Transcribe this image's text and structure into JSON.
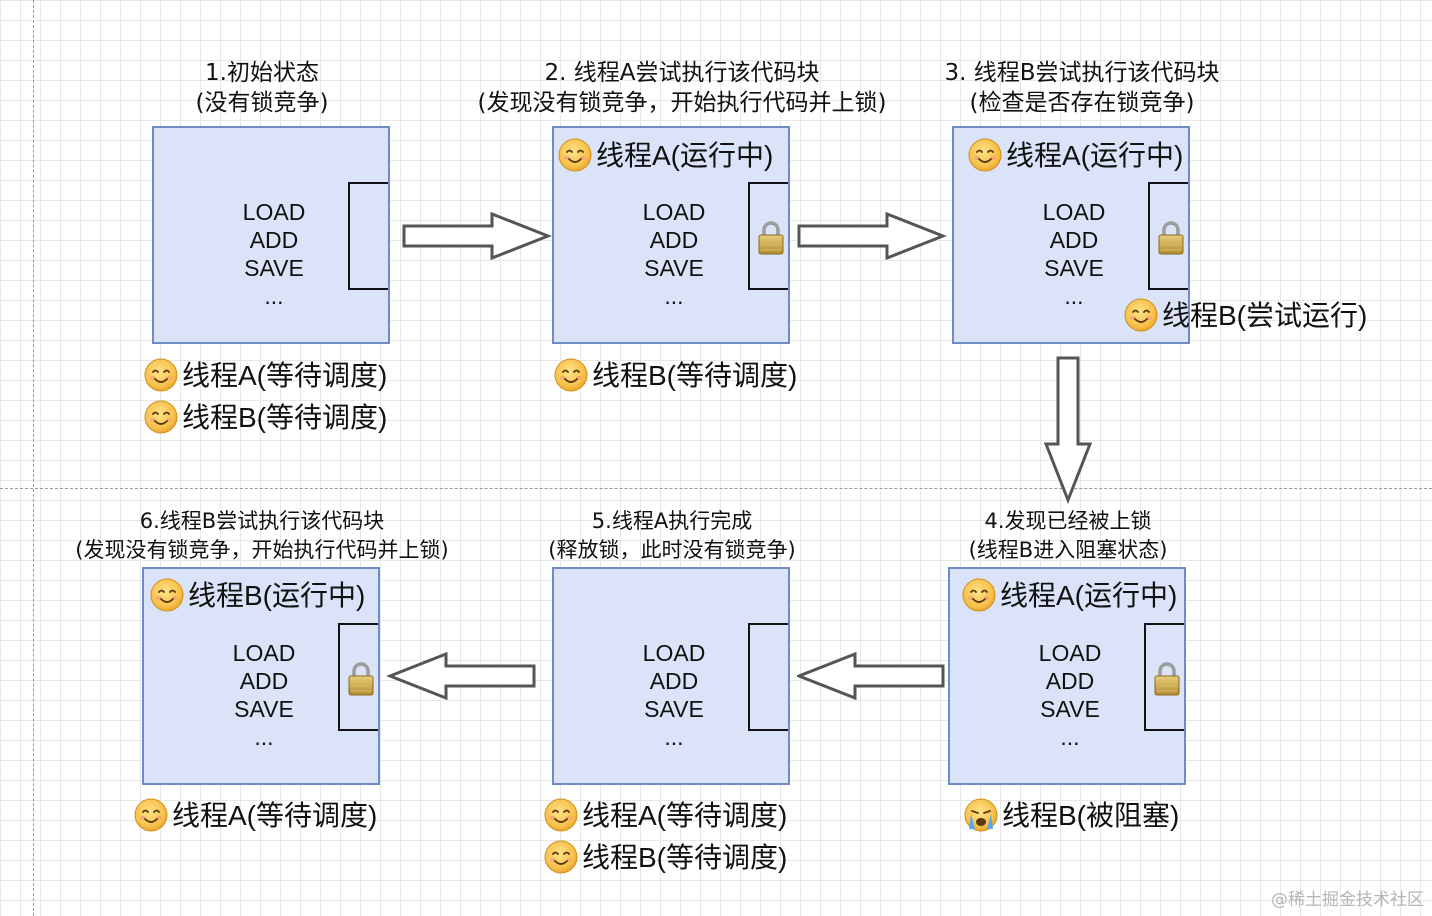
{
  "stages": [
    {
      "title1": "1.初始状态",
      "title2": "(没有锁竞争)",
      "code": [
        "LOAD",
        "ADD",
        "SAVE",
        "..."
      ],
      "inside": "",
      "locked": false,
      "side": "",
      "below": [
        "线程A(等待调度)",
        "线程B(等待调度)"
      ]
    },
    {
      "title1": "2. 线程A尝试执行该代码块",
      "title2": "(发现没有锁竞争，开始执行代码并上锁)",
      "code": [
        "LOAD",
        "ADD",
        "SAVE",
        "..."
      ],
      "inside": "线程A(运行中)",
      "locked": true,
      "side": "",
      "below": [
        "线程B(等待调度)"
      ]
    },
    {
      "title1": "3. 线程B尝试执行该代码块",
      "title2": "(检查是否存在锁竞争)",
      "code": [
        "LOAD",
        "ADD",
        "SAVE",
        "..."
      ],
      "inside": "线程A(运行中)",
      "locked": true,
      "side": "线程B(尝试运行)",
      "below": []
    },
    {
      "title1": "4.发现已经被上锁",
      "title2": "(线程B进入阻塞状态)",
      "code": [
        "LOAD",
        "ADD",
        "SAVE",
        "..."
      ],
      "inside": "线程A(运行中)",
      "locked": true,
      "side": "",
      "below": [
        "线程B(被阻塞)"
      ]
    },
    {
      "title1": "5.线程A执行完成",
      "title2": "(释放锁，此时没有锁竞争)",
      "code": [
        "LOAD",
        "ADD",
        "SAVE",
        "..."
      ],
      "inside": "",
      "locked": false,
      "side": "",
      "below": [
        "线程A(等待调度)",
        "线程B(等待调度)"
      ]
    },
    {
      "title1": "6.线程B尝试执行该代码块",
      "title2": "(发现没有锁竞争，开始执行代码并上锁)",
      "code": [
        "LOAD",
        "ADD",
        "SAVE",
        "..."
      ],
      "inside": "线程B(运行中)",
      "locked": true,
      "side": "",
      "below": [
        "线程A(等待调度)"
      ]
    }
  ],
  "icons": {
    "happy": "smiling-face-icon",
    "crying": "crying-face-icon",
    "lock": "padlock-icon",
    "arrow": "hollow-arrow-icon"
  },
  "colors": {
    "box_fill": "#dae3f8",
    "box_border": "#6e8dc4",
    "face": "#f7c04a",
    "lock_body": "#c7a64e"
  },
  "watermark": "@稀土掘金技术社区"
}
